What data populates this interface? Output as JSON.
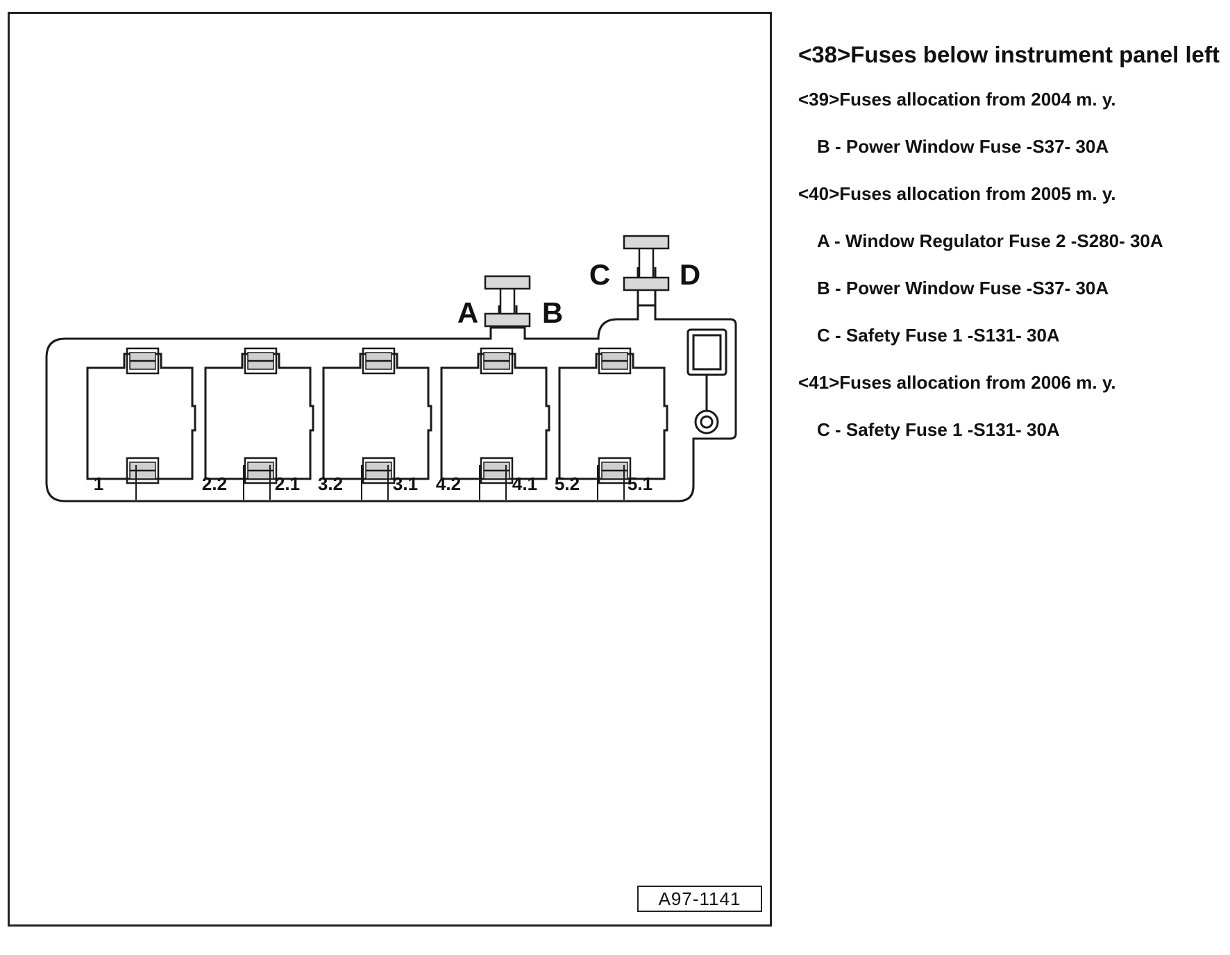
{
  "diagram": {
    "figure_id": "A97-1141",
    "slot_labels": [
      "1",
      "2.2",
      "2.1",
      "3.2",
      "3.1",
      "4.2",
      "4.1",
      "5.2",
      "5.1"
    ],
    "top_fuse_labels": [
      "A",
      "B",
      "C",
      "D"
    ]
  },
  "text": {
    "heading": "<38>Fuses below instrument panel left",
    "groups": [
      {
        "title": "<39>Fuses allocation from 2004 m. y.",
        "items": [
          "B - Power Window Fuse -S37- 30A"
        ]
      },
      {
        "title": "<40>Fuses allocation from 2005 m. y.",
        "items": [
          "A - Window Regulator Fuse 2 -S280- 30A",
          "B - Power Window Fuse -S37- 30A",
          "C - Safety Fuse 1 -S131- 30A"
        ]
      },
      {
        "title": "<41>Fuses allocation from 2006 m. y.",
        "items": [
          "C - Safety Fuse 1  -S131- 30A"
        ]
      }
    ]
  }
}
